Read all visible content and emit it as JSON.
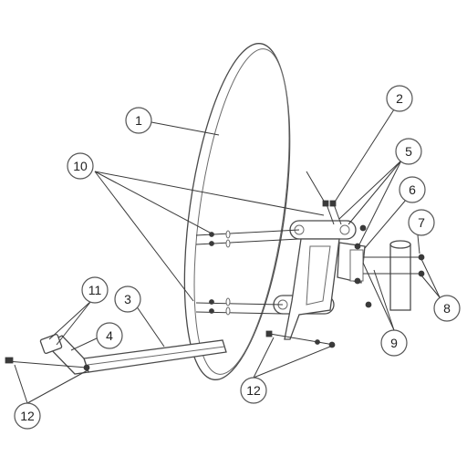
{
  "callouts": [
    {
      "id": "1",
      "label": "1"
    },
    {
      "id": "2",
      "label": "2"
    },
    {
      "id": "3",
      "label": "3"
    },
    {
      "id": "4",
      "label": "4"
    },
    {
      "id": "5",
      "label": "5"
    },
    {
      "id": "6",
      "label": "6"
    },
    {
      "id": "7",
      "label": "7"
    },
    {
      "id": "8",
      "label": "8"
    },
    {
      "id": "9",
      "label": "9"
    },
    {
      "id": "10",
      "label": "10"
    },
    {
      "id": "11",
      "label": "11"
    },
    {
      "id": "12a",
      "label": "12"
    },
    {
      "id": "12b",
      "label": "12"
    }
  ],
  "colors": {
    "line": "#4a4a4a",
    "background": "#ffffff"
  }
}
